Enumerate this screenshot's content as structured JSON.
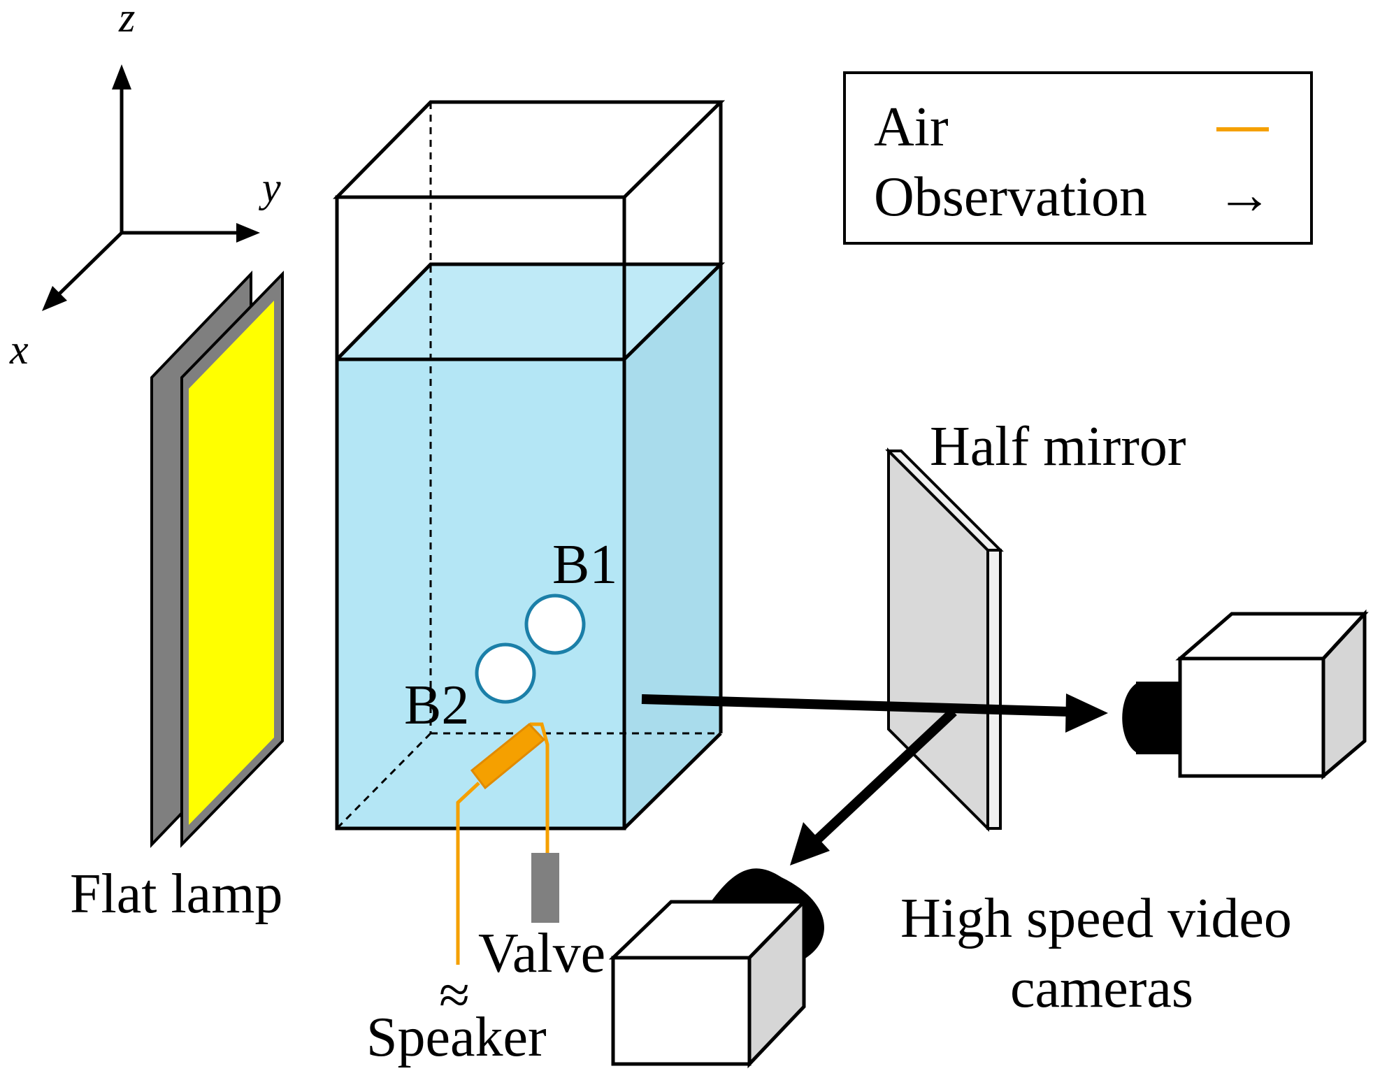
{
  "axes": {
    "z": "z",
    "y": "y",
    "x": "x"
  },
  "legend": {
    "air_label": "Air",
    "observation_label": "Observation",
    "observation_symbol": "→",
    "air_color": "#f5a000"
  },
  "labels": {
    "flat_lamp": "Flat lamp",
    "half_mirror": "Half mirror",
    "b1": "B1",
    "b2": "B2",
    "valve": "Valve",
    "speaker_symbol": "≈",
    "speaker": "Speaker",
    "cameras_line1": "High speed video",
    "cameras_line2": "cameras"
  },
  "colors": {
    "water": "#b4e6f5",
    "water_side": "#a9dcec",
    "lamp_light": "#ffff00",
    "lamp_frame": "#7f7f7f",
    "bubble_outline": "#1b7fa8",
    "mirror": "#d9d9d9",
    "camera_side": "#d6d6d6",
    "valve": "#808080",
    "nozzle": "#f5a000"
  }
}
